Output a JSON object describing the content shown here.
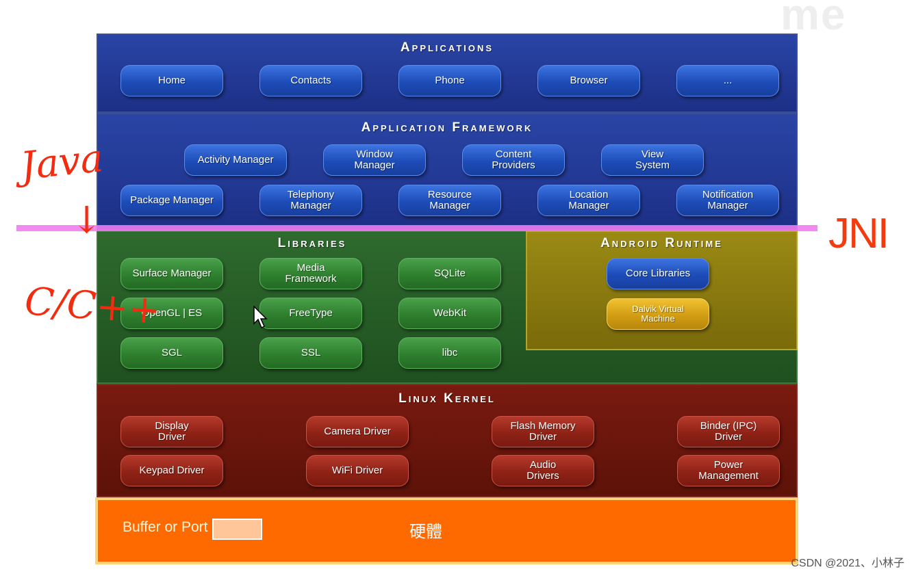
{
  "applications": {
    "title": "Applications",
    "items": [
      "Home",
      "Contacts",
      "Phone",
      "Browser",
      "..."
    ]
  },
  "framework": {
    "title": "Application Framework",
    "row1": [
      "Activity Manager",
      "Window\nManager",
      "Content\nProviders",
      "View\nSystem"
    ],
    "row2": [
      "Package Manager",
      "Telephony\nManager",
      "Resource\nManager",
      "Location\nManager",
      "Notification\nManager"
    ]
  },
  "libraries": {
    "title": "Libraries",
    "items": [
      "Surface Manager",
      "Media\nFramework",
      "SQLite",
      "OpenGL | ES",
      "FreeType",
      "WebKit",
      "SGL",
      "SSL",
      "libc"
    ]
  },
  "runtime": {
    "title": "Android Runtime",
    "items": [
      "Core Libraries",
      "Dalvik Virtual\nMachine"
    ]
  },
  "kernel": {
    "title": "Linux Kernel",
    "items": [
      "Display\nDriver",
      "Camera Driver",
      "Flash Memory\nDriver",
      "Binder (IPC)\nDriver",
      "Keypad Driver",
      "WiFi Driver",
      "Audio\nDrivers",
      "Power\nManagement"
    ]
  },
  "hardware": {
    "buffer_label": "Buffer or Port",
    "label": "硬體"
  },
  "annotations": {
    "jni": "JNI",
    "java": "Java",
    "cpp": "C/C++",
    "arrow": "↓"
  },
  "watermark": "CSDN @2021、小林子",
  "logo_ghost": "me"
}
